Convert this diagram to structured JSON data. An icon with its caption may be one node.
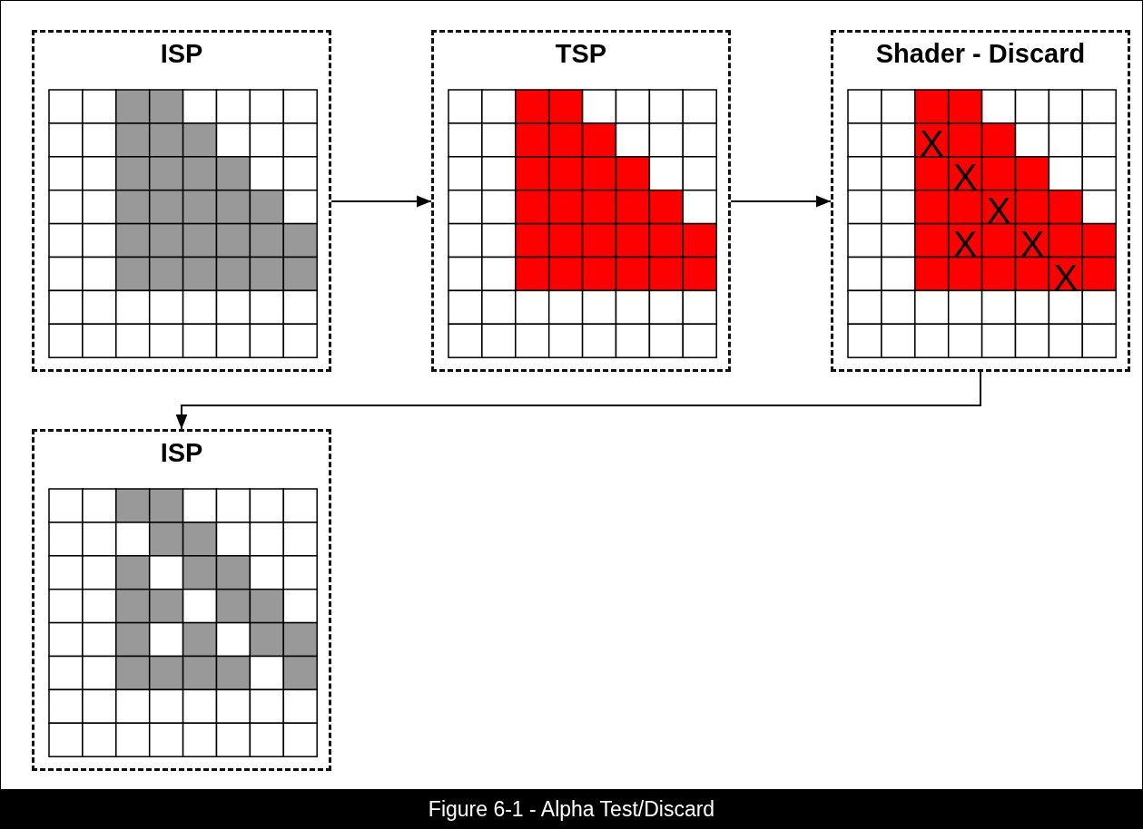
{
  "diagram": {
    "caption": "Figure 6-1 - Alpha Test/Discard",
    "nodes": [
      {
        "text": [
          "ISP"
        ]
      },
      {
        "text": [
          "TSP"
        ]
      },
      {
        "text": [
          "Shader - Discard"
        ]
      },
      {
        "text": [
          "ISP"
        ]
      }
    ],
    "edges": [
      {
        "from": 0,
        "to": 1,
        "arrow": "to"
      },
      {
        "from": 1,
        "to": 2,
        "arrow": "to"
      },
      {
        "from": 2,
        "to": 3,
        "arrow": "to"
      }
    ],
    "labels": [
      "X",
      "X",
      "X",
      "X",
      "X",
      "X"
    ]
  }
}
